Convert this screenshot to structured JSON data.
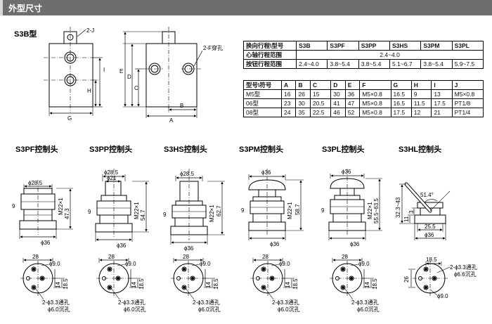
{
  "header": {
    "title": "外型尺寸"
  },
  "main_model": {
    "title": "S3B型"
  },
  "front_view": {
    "labels": {
      "hole": "2-J",
      "g": "G",
      "h": "H",
      "i": "I"
    }
  },
  "side_view": {
    "labels": {
      "port": "2-F穿孔",
      "e": "E",
      "d": "D",
      "c": "C",
      "b": "B",
      "a": "A"
    }
  },
  "stroke_table": {
    "headers": [
      "换向行程\\型号",
      "S3B",
      "S3PF",
      "S3PP",
      "S3HS",
      "S3PM",
      "S3PL"
    ],
    "rows": [
      {
        "label": "心轴行程范围",
        "span_value": "2.4~4.0"
      },
      {
        "label": "按钮行程范围",
        "values": [
          "2.4~4.0",
          "3.8~5.4",
          "3.8~5.4",
          "5.1~6.7",
          "3.8~5.4",
          "5.9~7.5"
        ]
      }
    ]
  },
  "size_table": {
    "headers": [
      "型号\\符号",
      "A",
      "B",
      "C",
      "D",
      "E",
      "F",
      "G",
      "H",
      "I",
      "J"
    ],
    "rows": [
      [
        "M5型",
        "16",
        "26",
        "15",
        "30",
        "36",
        "M5×0.8",
        "16.5",
        "9",
        "13",
        "M5×0.8"
      ],
      [
        "06型",
        "23",
        "30",
        "20.5",
        "41",
        "47",
        "M5×0.8",
        "16.5",
        "11.5",
        "17.5",
        "PT1/8"
      ],
      [
        "08型",
        "24",
        "35",
        "22.5",
        "46",
        "52",
        "M5×0.8",
        "17.5",
        "12",
        "21",
        "PT1/4"
      ]
    ]
  },
  "heads": [
    {
      "title": "S3PF控制头",
      "dims": [
        "ϕ28.5",
        "9",
        "M22×1",
        "47.3",
        "ϕ36",
        "28",
        "ϕ9.0",
        "14",
        "18.5",
        "2-ϕ3.3通孔",
        "ϕ6.0沉孔"
      ]
    },
    {
      "title": "S3PP控制头",
      "dims": [
        "ϕ28.5",
        "ϕ21",
        "9",
        "M22×1",
        "54.7",
        "ϕ36",
        "28",
        "ϕ9.0",
        "14",
        "18.5",
        "2-ϕ3.3通孔",
        "ϕ6.0沉孔"
      ]
    },
    {
      "title": "S3HS控制头",
      "dims": [
        "ϕ28.5",
        "9",
        "M22×1",
        "62.7",
        "ϕ36",
        "28",
        "ϕ9.0",
        "14",
        "18.5",
        "2-ϕ3.3通孔",
        "ϕ6.0沉孔"
      ]
    },
    {
      "title": "S3PM控制头",
      "dims": [
        "ϕ36",
        "9",
        "M22×1",
        "58.7",
        "ϕ36",
        "28",
        "ϕ9.0",
        "14",
        "18.5",
        "2-ϕ3.3通孔",
        "ϕ6.0沉孔"
      ]
    },
    {
      "title": "S3PL控制头",
      "dims": [
        "ϕ36",
        "9",
        "M22×1",
        "55.5~63.5",
        "ϕ36",
        "28",
        "ϕ9.0",
        "14",
        "18.5",
        "2-ϕ3.3通孔",
        "ϕ6.0沉孔"
      ]
    },
    {
      "title": "S3HL控制头",
      "dims": [
        "51.4°",
        "32.3~43",
        "11",
        "3",
        "25.5",
        "ϕ36",
        "18.5",
        "26",
        "2-ϕ3.3通孔",
        "ϕ6.6沉孔",
        "ϕ9.0"
      ]
    }
  ]
}
